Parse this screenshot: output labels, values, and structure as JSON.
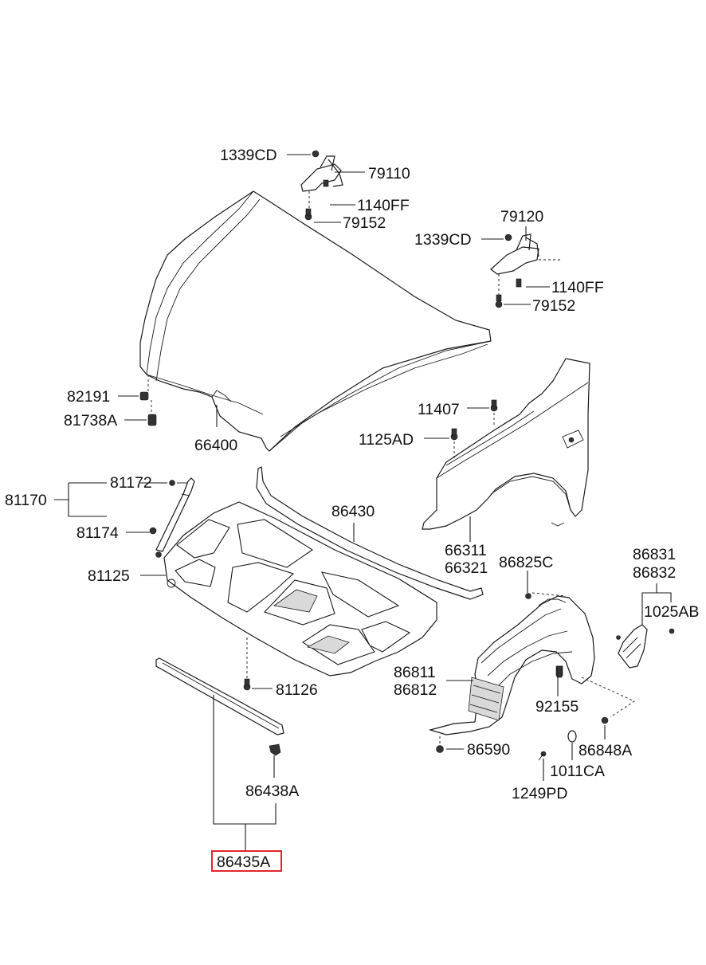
{
  "colors": {
    "line": "#1a1a1a",
    "text": "#111111",
    "highlight": "#e0262b",
    "background": "#ffffff"
  },
  "highlighted_part": "86435A",
  "parts": {
    "p1339CD_top": "1339CD",
    "p79110": "79110",
    "p1140FF_top": "1140FF",
    "p79152_top": "79152",
    "p79120": "79120",
    "p1339CD_right": "1339CD",
    "p1140FF_right": "1140FF",
    "p79152_right": "79152",
    "p82191": "82191",
    "p81738A": "81738A",
    "p66400": "66400",
    "p11407": "11407",
    "p1125AD": "1125AD",
    "p81172": "81172",
    "p81170": "81170",
    "p81174": "81174",
    "p86430": "86430",
    "p66311": "66311",
    "p66321": "66321",
    "p81125": "81125",
    "p86825C": "86825C",
    "p86831": "86831",
    "p86832": "86832",
    "p1025AB": "1025AB",
    "p86811": "86811",
    "p86812": "86812",
    "p81126": "81126",
    "p92155": "92155",
    "p86590": "86590",
    "p86848A": "86848A",
    "p1011CA": "1011CA",
    "p86438A": "86438A",
    "p1249PD": "1249PD",
    "p86435A": "86435A"
  }
}
